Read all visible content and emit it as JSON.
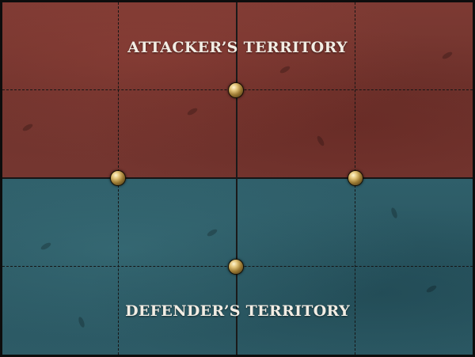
{
  "zones": {
    "attacker": {
      "label": "ATTACKER’S TERRITORY",
      "color": "#753630"
    },
    "defender": {
      "label": "DEFENDER’S TERRITORY",
      "color": "#2d5b66"
    }
  },
  "grid": {
    "columns": 4,
    "rows": 4
  },
  "markers": [
    {
      "name": "objective-marker-top-center"
    },
    {
      "name": "objective-marker-left"
    },
    {
      "name": "objective-marker-right"
    },
    {
      "name": "objective-marker-bottom-center"
    }
  ],
  "marker_color": "#c9a85a"
}
